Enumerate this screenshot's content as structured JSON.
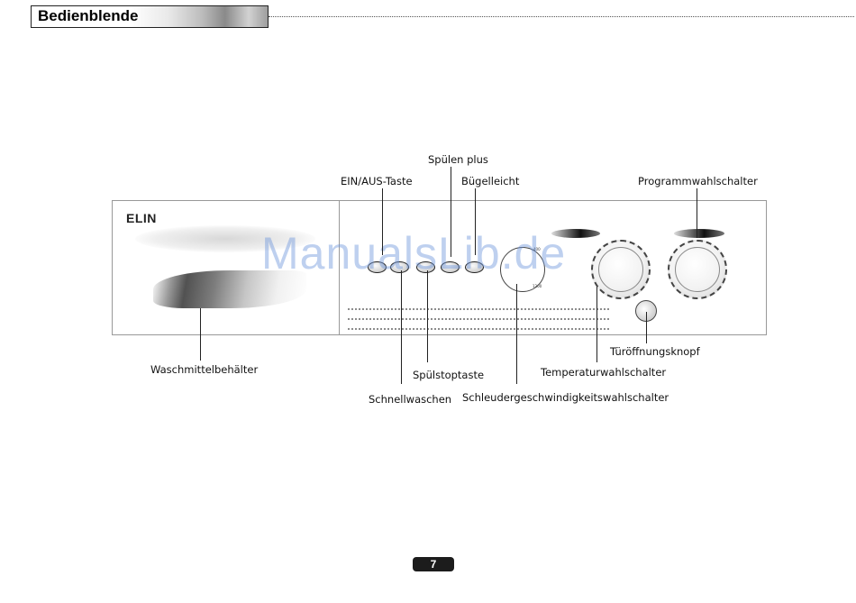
{
  "header": {
    "title": "Bedienblende"
  },
  "panel": {
    "brand": "ELIN",
    "spin_dial_ticks": [
      "400",
      "1200"
    ]
  },
  "callouts": {
    "spuelen_plus": "Spülen plus",
    "ein_aus_taste": "EIN/AUS-Taste",
    "buegelleicht": "Bügelleicht",
    "programmwahlschalter": "Programmwahlschalter",
    "waschmittelbehaelter": "Waschmittelbehälter",
    "tueroeffnungsknopf": "Türöffnungsknopf",
    "temperaturwahlschalter": "Temperaturwahlschalter",
    "spuelstopptaste": "Spülstoptaste",
    "schnellwaschen": "Schnellwaschen",
    "schleudergeschwindigkeitswahlschalter": "Schleudergeschwindigkeitswahlschalter"
  },
  "watermark": "ManualsLib.de",
  "page_number": "7"
}
